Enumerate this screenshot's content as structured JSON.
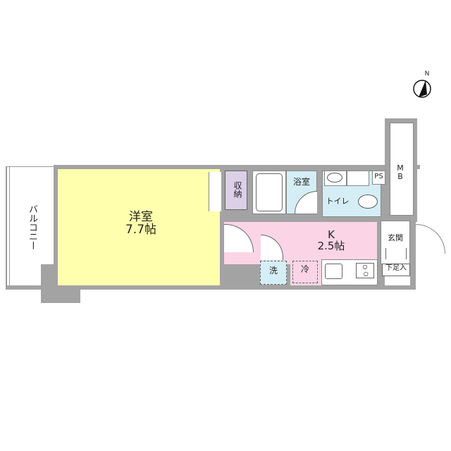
{
  "compass": {
    "letter": "N"
  },
  "rooms": {
    "western": {
      "name": "洋室",
      "size": "7.7帖",
      "color": "#ffffae"
    },
    "storage": {
      "name": "収納",
      "color": "#dcd0e8"
    },
    "bath": {
      "name": "浴室",
      "color": "#d5eef5"
    },
    "toilet": {
      "name": "トイレ",
      "color": "#d5eef5"
    },
    "ps": {
      "name": "PS"
    },
    "mb": {
      "name": "MB",
      "line1": "M",
      "line2": "B"
    },
    "kitchen": {
      "name": "K",
      "size": "2.5帖",
      "color": "#fbd5e6"
    },
    "entrance": {
      "name": "玄関"
    },
    "shoe_box": {
      "name": "下足入"
    },
    "balcony": {
      "name": "バルコニー"
    },
    "washer": {
      "name": "洗"
    },
    "fridge": {
      "name": "冷"
    }
  },
  "colors": {
    "wall": "#a3a3a3",
    "line": "#666666"
  }
}
